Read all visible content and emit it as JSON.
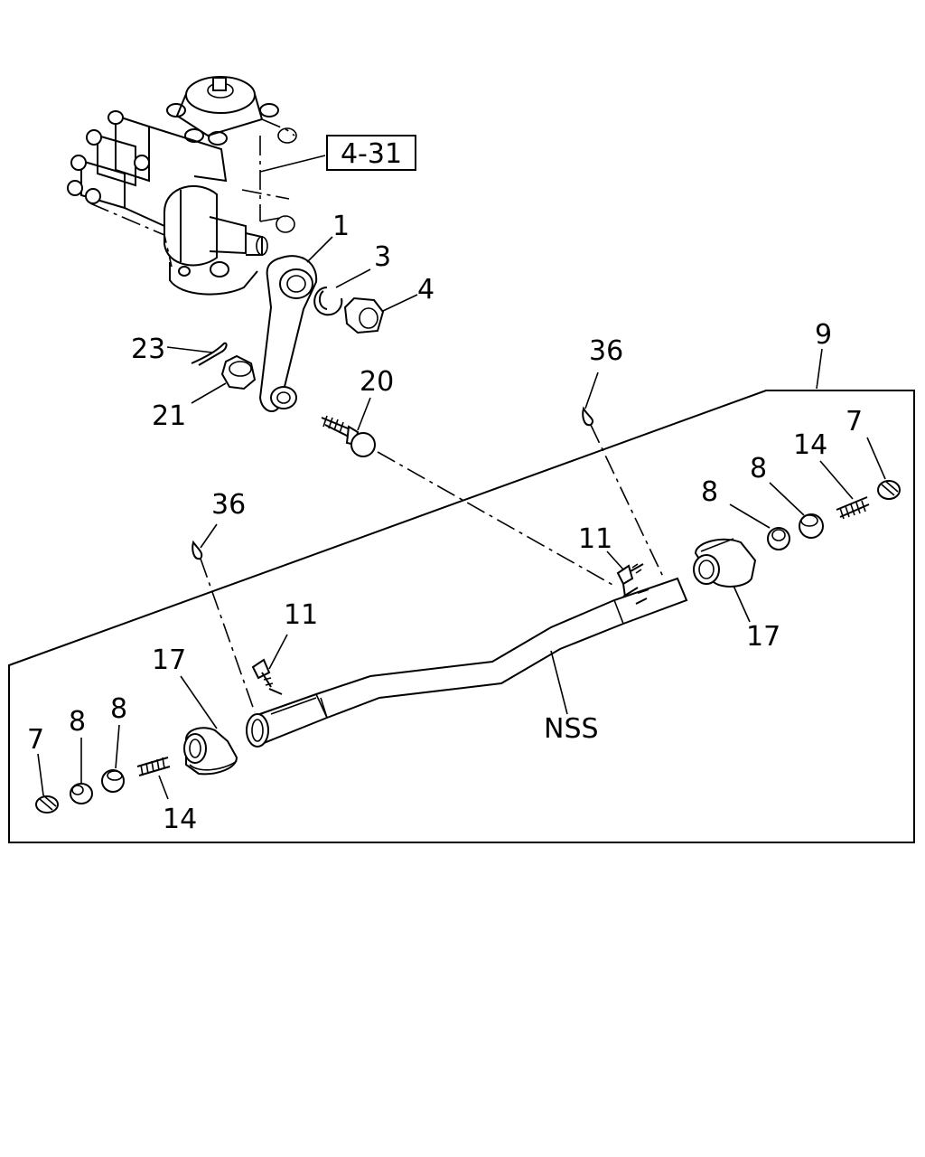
{
  "reference": {
    "label": "4-31"
  },
  "callouts": {
    "c1": "1",
    "c3": "3",
    "c4": "4",
    "c23": "23",
    "c21": "21",
    "c20": "20",
    "c36a": "36",
    "c36b": "36",
    "c9": "9",
    "c7r": "7",
    "c14r": "14",
    "c8r1": "8",
    "c8r2": "8",
    "c11r": "11",
    "c17r": "17",
    "c11l": "11",
    "c17l": "17",
    "c7l": "7",
    "c8l1": "8",
    "c8l2": "8",
    "c14l": "14",
    "nss": "NSS"
  },
  "icons": {
    "steering_gear": "steering-gear-housing-icon",
    "pitman_arm": "pitman-arm-icon",
    "drag_link": "drag-link-tube-icon"
  }
}
